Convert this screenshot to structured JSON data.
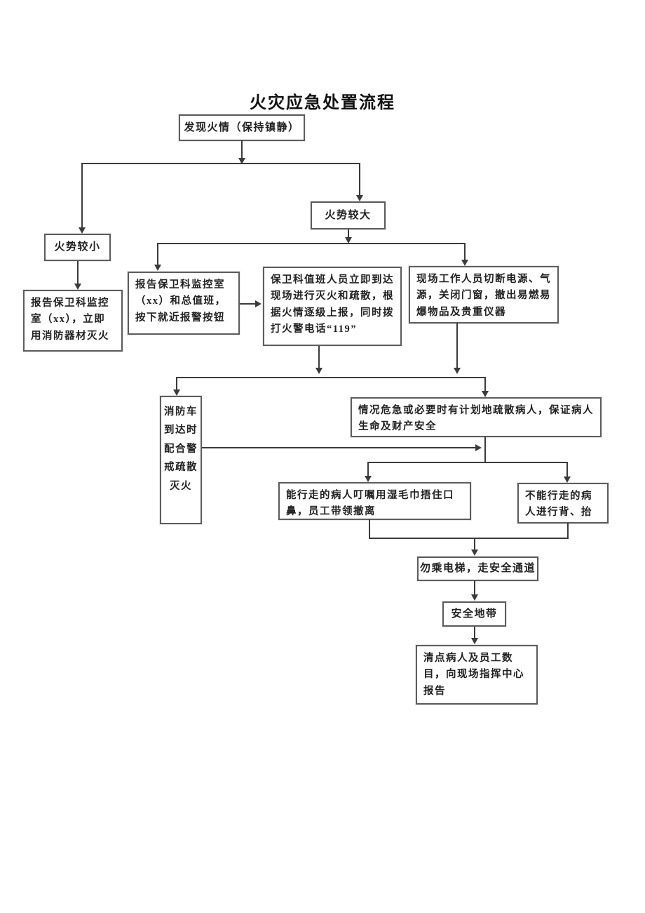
{
  "page": {
    "title": "火灾应急处置流程",
    "background_color": "#ffffff",
    "line_color": "#3b3b3b",
    "box_border_color": "#5d5d5d"
  },
  "nodes": {
    "discover": {
      "label": "发现火情（保持镇静）"
    },
    "fire_large": {
      "label": "火势较大"
    },
    "fire_small": {
      "label": "火势较小"
    },
    "report_small": {
      "label": "报告保卫科监控室（xx），立即用消防器材灭火"
    },
    "report_large": {
      "label": "报告保卫科监控室（xx）和总值班，按下就近报警按钮"
    },
    "security_duty": {
      "label": "保卫科值班人员立即到达现场进行灭火和疏散，根据火情逐级上报，同时拨打火警电话“119”"
    },
    "onsite_staff": {
      "label": "现场工作人员切断电源、气源，关闭门窗，撤出易燃易爆物品及贵重仪器"
    },
    "fire_truck": {
      "label": "消防车到达时配合警戒疏散灭火"
    },
    "evacuate_patients": {
      "label": "情况危急或必要时有计划地疏散病人，保证病人生命及财产安全"
    },
    "walkable": {
      "label": "能行走的病人叮嘱用湿毛巾捂住口鼻，员工带领撤离"
    },
    "non_walkable": {
      "label": "不能行走的病人进行背、抬"
    },
    "no_elevator": {
      "label": "勿乘电梯，走安全通道"
    },
    "safe_zone": {
      "label": "安全地带"
    },
    "count_report": {
      "label": "清点病人及员工数目，向现场指挥中心报告"
    }
  }
}
